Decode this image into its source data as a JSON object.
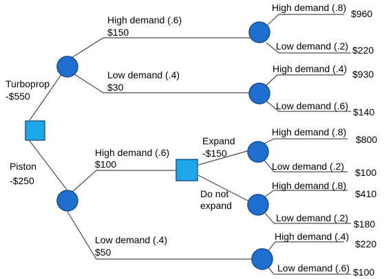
{
  "decision_tree": {
    "root_branches": [
      {
        "label": "Turboprop",
        "cost": "-$550"
      },
      {
        "label": "Piston",
        "cost": "-$250"
      }
    ],
    "turboprop": {
      "high": {
        "label": "High demand (.6)",
        "value": "$150"
      },
      "low": {
        "label": "Low demand (.4)",
        "value": "$30"
      },
      "high_outcomes": [
        {
          "label": "High demand (.8)",
          "payoff": "$960"
        },
        {
          "label": "Low demand (.2)",
          "payoff": "$220"
        }
      ],
      "low_outcomes": [
        {
          "label": "High demand (.4)",
          "payoff": "$930"
        },
        {
          "label": "Low demand (.6)",
          "payoff": "$140"
        }
      ]
    },
    "piston": {
      "high": {
        "label": "High demand (.6)",
        "value": "$100"
      },
      "low": {
        "label": "Low demand (.4)",
        "value": "$50"
      },
      "expand": {
        "label": "Expand",
        "cost": "-$150"
      },
      "no_expand": {
        "line1": "Do not",
        "line2": "expand"
      },
      "expand_outcomes": [
        {
          "label": "High demand (.8)",
          "payoff": "$800"
        },
        {
          "label": "Low demand (.2)",
          "payoff": "$100"
        }
      ],
      "no_expand_outcomes": [
        {
          "label": "High demand (.8)",
          "payoff": "$410"
        },
        {
          "label": "Low demand (.2)",
          "payoff": "$180"
        }
      ],
      "low_outcomes": [
        {
          "label": "High demand (.4)",
          "payoff": "$220"
        },
        {
          "label": "Low demand (.6)",
          "payoff": "$100"
        }
      ]
    }
  }
}
